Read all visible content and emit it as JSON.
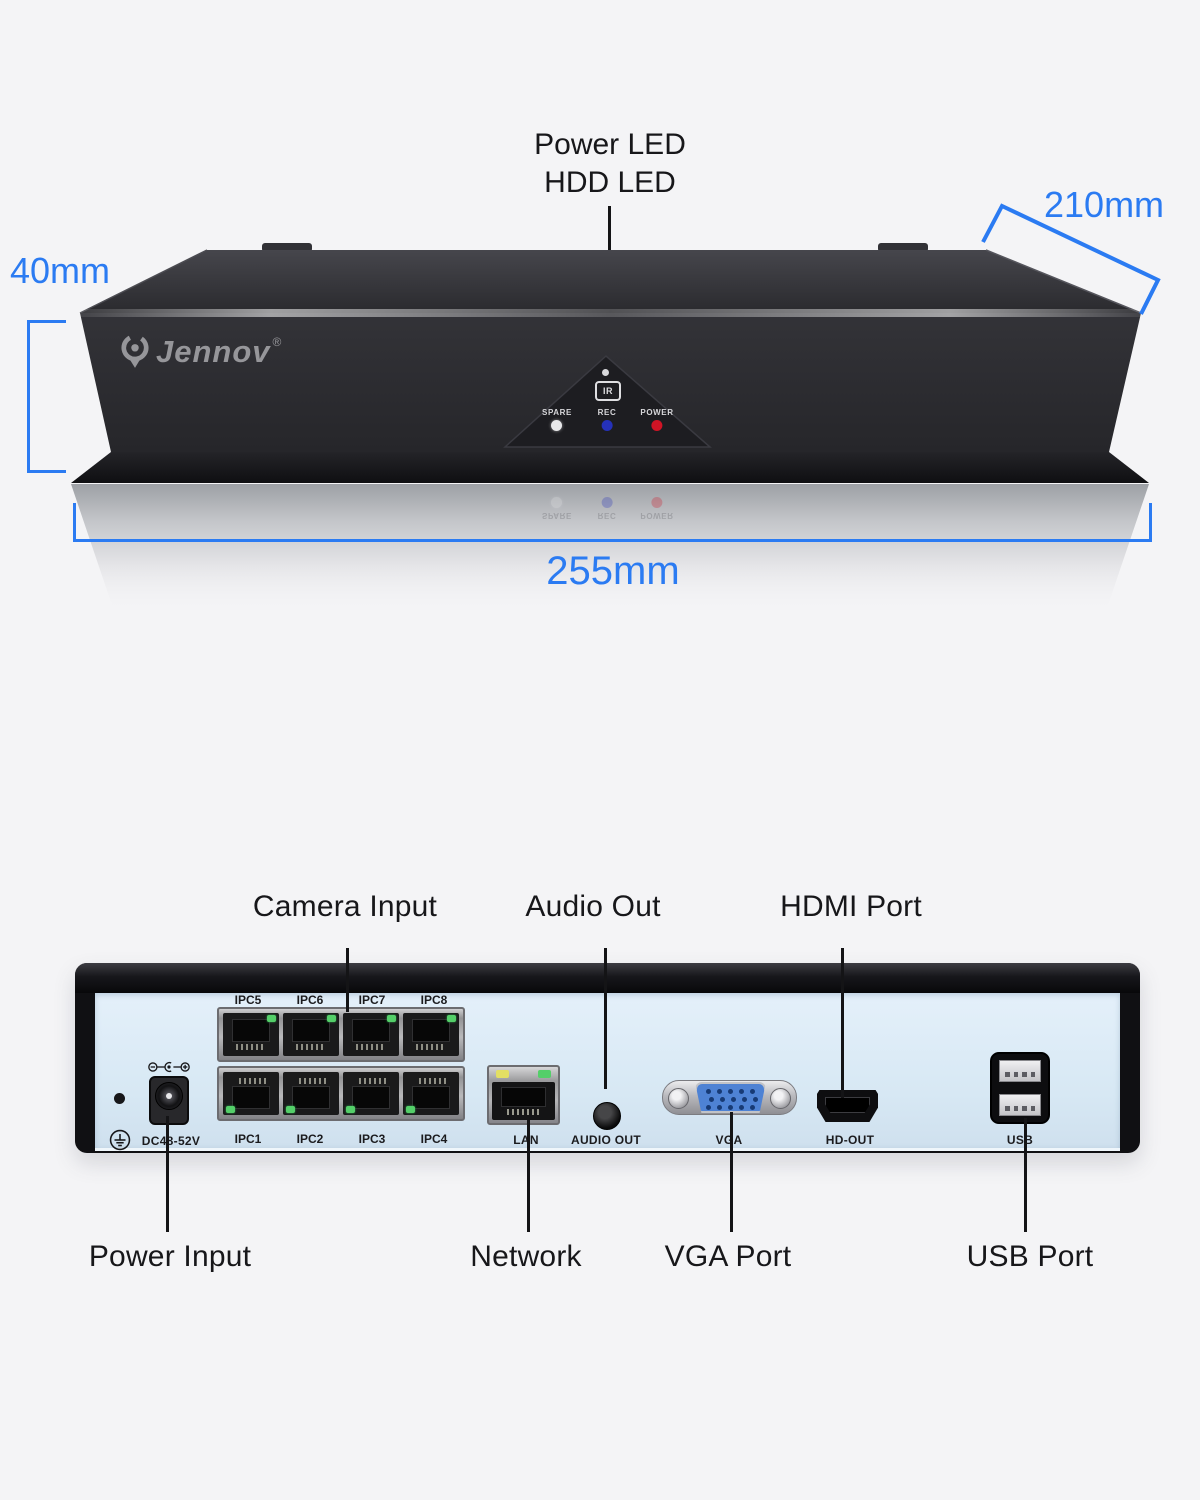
{
  "colors": {
    "accent_blue": "#2b7bf2",
    "callout_text": "#17171a",
    "device_dark": "#28282c",
    "rear_panel_blue": "#d9e8f4",
    "brand_gray": "#96969a",
    "led_spare": "#e8e8ea",
    "led_rec_blue": "#2531b9",
    "led_power_red": "#d01425",
    "port_led_green": "#54cf69",
    "lan_led_yellow": "#e3df63",
    "vga_blue": "#4e82d4"
  },
  "front_view": {
    "callout_line1": "Power LED",
    "callout_line2": "HDD LED",
    "dim_height": "40mm",
    "dim_depth": "210mm",
    "dim_width": "255mm",
    "brand": "Jennov",
    "brand_mark": "®",
    "ir_label": "IR",
    "leds": [
      {
        "label": "SPARE",
        "color": "#e8e8ea"
      },
      {
        "label": "REC",
        "color": "#2531b9"
      },
      {
        "label": "POWER",
        "color": "#d01425"
      }
    ]
  },
  "back_view": {
    "callout_camera": "Camera Input",
    "callout_audio": "Audio Out",
    "callout_hdmi": "HDMI Port",
    "callout_power": "Power Input",
    "callout_network": "Network",
    "callout_vga": "VGA Port",
    "callout_usb": "USB Port",
    "voltage": "DC48-52V",
    "ipc_top": [
      "IPC5",
      "IPC6",
      "IPC7",
      "IPC8"
    ],
    "ipc_bottom": [
      "IPC1",
      "IPC2",
      "IPC3",
      "IPC4"
    ],
    "lan": "LAN",
    "audio": "AUDIO OUT",
    "vga": "VGA",
    "hdmi": "HD-OUT",
    "usb": "USB"
  }
}
